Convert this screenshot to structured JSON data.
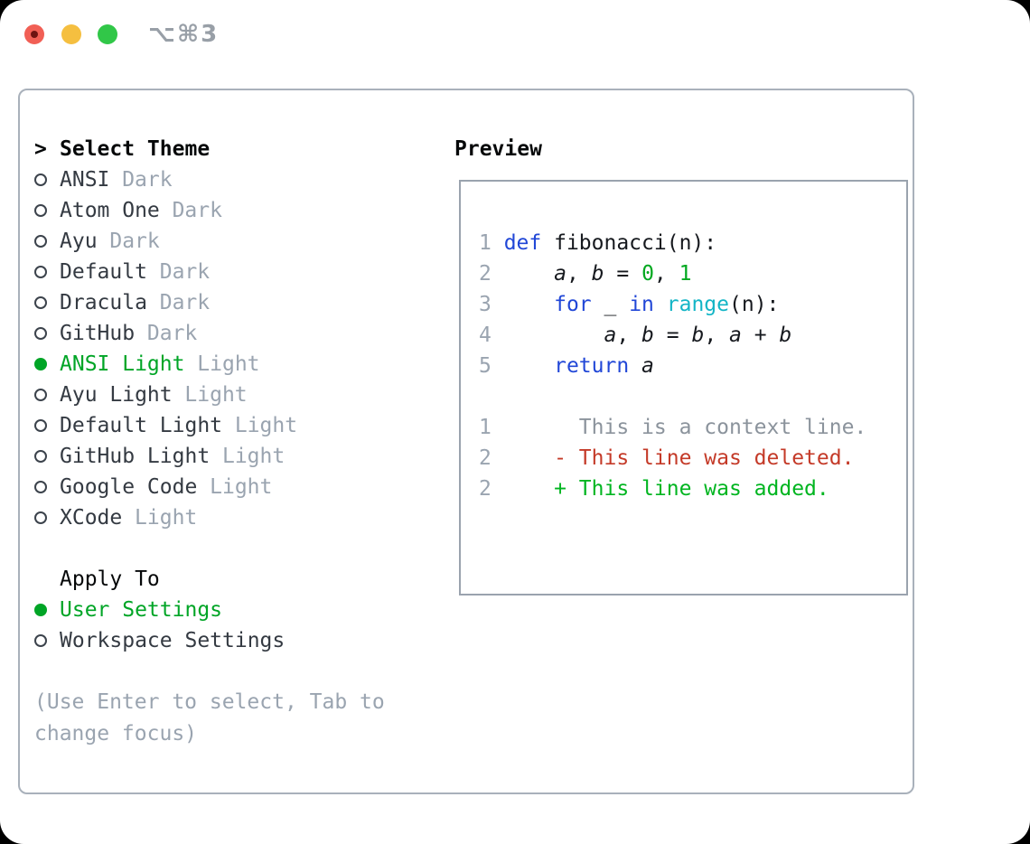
{
  "window": {
    "title": "⌥⌘3"
  },
  "colors": {
    "tl_red": "#f15f55",
    "tl_red_dot": "#6e1311",
    "tl_yellow": "#f5bf40",
    "tl_green": "#31c748",
    "title_gray": "#989fa7",
    "border": "#a9b1bb",
    "header": "#060809",
    "item": "#343a42",
    "badge": "#9aa4b0",
    "selected": "#00a526",
    "code": "#16191e",
    "kw": "#2147d7",
    "fn": "#13b5c6",
    "num": "#00a81f",
    "ctx": "#8b939c",
    "del": "#c43a28",
    "add": "#00b520"
  },
  "select_theme": {
    "prefix": ">",
    "title": "Select Theme",
    "items": [
      {
        "name": "ANSI",
        "badge": "Dark",
        "selected": false
      },
      {
        "name": "Atom One",
        "badge": "Dark",
        "selected": false
      },
      {
        "name": "Ayu",
        "badge": "Dark",
        "selected": false
      },
      {
        "name": "Default",
        "badge": "Dark",
        "selected": false
      },
      {
        "name": "Dracula",
        "badge": "Dark",
        "selected": false
      },
      {
        "name": "GitHub",
        "badge": "Dark",
        "selected": false
      },
      {
        "name": "ANSI Light",
        "badge": "Light",
        "selected": true
      },
      {
        "name": "Ayu Light",
        "badge": "Light",
        "selected": false
      },
      {
        "name": "Default Light",
        "badge": "Light",
        "selected": false
      },
      {
        "name": "GitHub Light",
        "badge": "Light",
        "selected": false
      },
      {
        "name": "Google Code",
        "badge": "Light",
        "selected": false
      },
      {
        "name": "XCode",
        "badge": "Light",
        "selected": false
      }
    ]
  },
  "apply_to": {
    "title": "Apply To",
    "items": [
      {
        "name": "User Settings",
        "selected": true
      },
      {
        "name": "Workspace Settings",
        "selected": false
      }
    ]
  },
  "footer": {
    "hint": "(Use Enter to select, Tab to change focus)"
  },
  "preview": {
    "title": "Preview",
    "code_lines": [
      {
        "num": "1",
        "segments": [
          {
            "t": "def",
            "c": "kw"
          },
          {
            "t": " fibonacci(n):",
            "c": "txt"
          }
        ]
      },
      {
        "num": "2",
        "segments": [
          {
            "t": "    ",
            "c": "txt"
          },
          {
            "t": "a",
            "c": "var"
          },
          {
            "t": ", ",
            "c": "txt"
          },
          {
            "t": "b",
            "c": "var"
          },
          {
            "t": " = ",
            "c": "txt"
          },
          {
            "t": "0",
            "c": "num"
          },
          {
            "t": ", ",
            "c": "txt"
          },
          {
            "t": "1",
            "c": "num"
          }
        ]
      },
      {
        "num": "3",
        "segments": [
          {
            "t": "    ",
            "c": "txt"
          },
          {
            "t": "for",
            "c": "kw"
          },
          {
            "t": " _ ",
            "c": "txt"
          },
          {
            "t": "in",
            "c": "kw"
          },
          {
            "t": " ",
            "c": "txt"
          },
          {
            "t": "range",
            "c": "fn"
          },
          {
            "t": "(n):",
            "c": "txt"
          }
        ]
      },
      {
        "num": "4",
        "segments": [
          {
            "t": "        ",
            "c": "txt"
          },
          {
            "t": "a",
            "c": "var"
          },
          {
            "t": ", ",
            "c": "txt"
          },
          {
            "t": "b",
            "c": "var"
          },
          {
            "t": " = ",
            "c": "txt"
          },
          {
            "t": "b",
            "c": "var"
          },
          {
            "t": ", ",
            "c": "txt"
          },
          {
            "t": "a",
            "c": "var"
          },
          {
            "t": " + ",
            "c": "txt"
          },
          {
            "t": "b",
            "c": "var"
          }
        ]
      },
      {
        "num": "5",
        "segments": [
          {
            "t": "    ",
            "c": "txt"
          },
          {
            "t": "return",
            "c": "kw"
          },
          {
            "t": " ",
            "c": "txt"
          },
          {
            "t": "a",
            "c": "var"
          }
        ]
      },
      {
        "num": "",
        "segments": []
      },
      {
        "num": "1",
        "segments": [
          {
            "t": "      This is a context line.",
            "c": "ctx"
          }
        ]
      },
      {
        "num": "2",
        "segments": [
          {
            "t": "    - This line was deleted.",
            "c": "del"
          }
        ]
      },
      {
        "num": "2",
        "segments": [
          {
            "t": "    + This line was added.",
            "c": "add"
          }
        ]
      }
    ]
  }
}
